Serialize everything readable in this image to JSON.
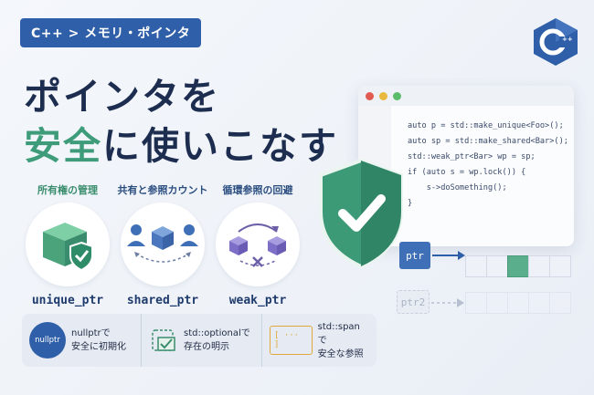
{
  "breadcrumb": "C++ > メモリ・ポインタ",
  "headline": {
    "line1": "ポインタを",
    "line2_accent": "安全",
    "line2_rest": "に使いこなす"
  },
  "features": [
    {
      "caption": "所有権の管理",
      "label": "unique_ptr"
    },
    {
      "caption": "共有と参照カウント",
      "label": "shared_ptr"
    },
    {
      "caption": "循環参照の回避",
      "label": "weak_ptr"
    }
  ],
  "tips": [
    {
      "icon_text": "nullptr",
      "line1": "nullptrで",
      "line2": "安全に初期化"
    },
    {
      "line1": "std::optionalで",
      "line2": "存在の明示"
    },
    {
      "icon_text": "[ ··· ]",
      "line1": "std::spanで",
      "line2": "安全な参照"
    }
  ],
  "code": {
    "l1": "auto p = std::make_unique<Foo>();",
    "l2": "auto sp = std::make_shared<Bar>();",
    "l3": "std::weak_ptr<Bar> wp = sp;",
    "l4": "if (auto s = wp.lock()) {",
    "l5": "    s->doSomething();",
    "l6": "}"
  },
  "memory": {
    "ptr": "ptr",
    "ptr2": "ptr2"
  },
  "logo_text": "C++",
  "colors": {
    "accent": "#3f9c7a",
    "brand": "#2f5fa8",
    "navy": "#1d2d4f"
  }
}
